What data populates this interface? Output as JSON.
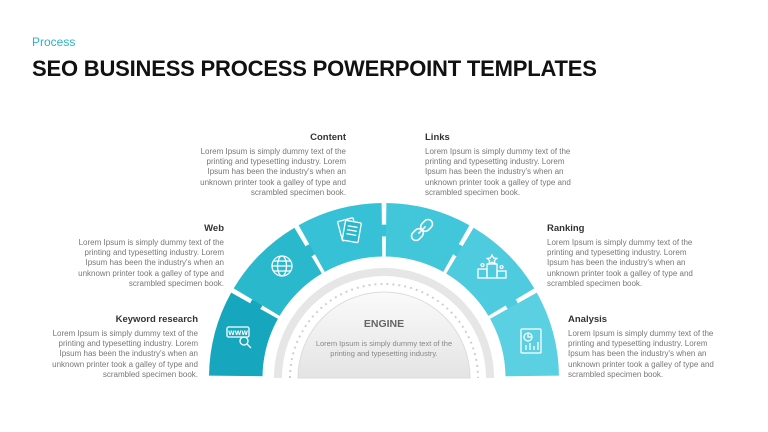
{
  "header": {
    "section": "Process",
    "title": "SEO BUSINESS PROCESS POWERPOINT TEMPLATES"
  },
  "colors": {
    "accent": "#2ab3c9",
    "segments": [
      "#16a7be",
      "#2ab8cd",
      "#36c1d6",
      "#42c6da",
      "#4ecbde",
      "#5ad0e2"
    ]
  },
  "steps": [
    {
      "title": "Keyword research",
      "text": "Lorem Ipsum is simply dummy text of the printing and typesetting industry. Lorem Ipsum has been the industry's when an unknown printer took a galley of type and scrambled specimen book.",
      "icon": "www-search-icon"
    },
    {
      "title": "Web",
      "text": "Lorem Ipsum is simply dummy text of the printing and typesetting industry. Lorem Ipsum has been the industry's when an unknown printer took a galley of type and scrambled specimen book.",
      "icon": "globe-icon"
    },
    {
      "title": "Content",
      "text": "Lorem Ipsum is simply dummy text of the printing and typesetting industry. Lorem Ipsum has been the industry's when an unknown printer took a galley of type and scrambled specimen book.",
      "icon": "documents-icon"
    },
    {
      "title": "Links",
      "text": "Lorem Ipsum is simply dummy text of the printing and typesetting industry. Lorem Ipsum has been the industry's when an unknown printer took a galley of type and scrambled specimen book.",
      "icon": "chain-link-icon"
    },
    {
      "title": "Ranking",
      "text": "Lorem Ipsum is simply dummy text of the printing and typesetting industry. Lorem Ipsum has been the industry's when an unknown printer took a galley of type and scrambled specimen book.",
      "icon": "podium-icon"
    },
    {
      "title": "Analysis",
      "text": "Lorem Ipsum is simply dummy text of the printing and typesetting industry. Lorem Ipsum has been the industry's when an unknown printer took a galley of type and scrambled specimen book.",
      "icon": "chart-report-icon"
    }
  ],
  "engine": {
    "title": "ENGINE",
    "text": "Lorem Ipsum is simply dummy text of the printing and typesetting industry."
  }
}
